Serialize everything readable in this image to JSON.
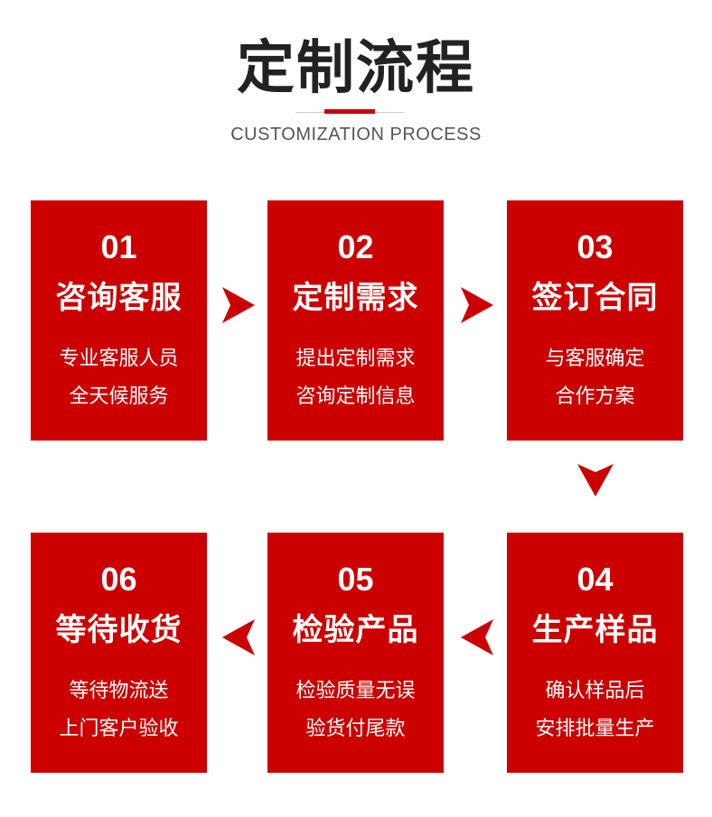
{
  "header": {
    "title": "定制流程",
    "subtitle": "CUSTOMIZATION PROCESS"
  },
  "steps": [
    {
      "num": "01",
      "name": "咨询客服",
      "desc": [
        "专业客服人员",
        "全天候服务"
      ]
    },
    {
      "num": "02",
      "name": "定制需求",
      "desc": [
        "提出定制需求",
        "咨询定制信息"
      ]
    },
    {
      "num": "03",
      "name": "签订合同",
      "desc": [
        "与客服确定",
        "合作方案"
      ]
    },
    {
      "num": "04",
      "name": "生产样品",
      "desc": [
        "确认样品后",
        "安排批量生产"
      ]
    },
    {
      "num": "05",
      "name": "检验产品",
      "desc": [
        "检验质量无误",
        "验货付尾款"
      ]
    },
    {
      "num": "06",
      "name": "等待收货",
      "desc": [
        "等待物流送",
        "上门客户验收"
      ]
    }
  ],
  "colors": {
    "accent": "#cc0000",
    "title": "#222222",
    "subtitle": "#555555",
    "rule": "#cccccc"
  },
  "icons": [
    "chevron-right-icon",
    "chevron-down-icon",
    "chevron-left-icon"
  ]
}
